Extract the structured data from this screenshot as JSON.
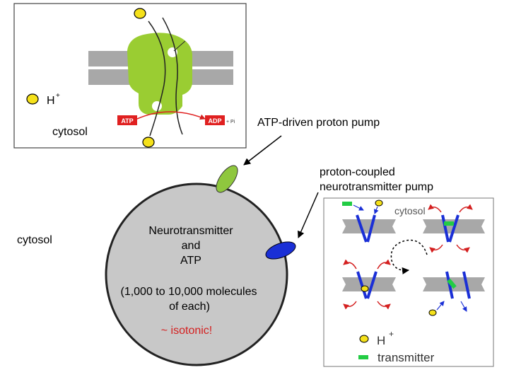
{
  "top_panel": {
    "legend_h_symbol": "H",
    "legend_h_sup": "+",
    "cytosol_label": "cytosol",
    "atp_tag": "ATP",
    "adp_tag": "ADP",
    "adp_suffix": "+ Pi"
  },
  "pump_labels": {
    "atp_pump": "ATP-driven proton pump",
    "coupled_pump_line1": "proton-coupled",
    "coupled_pump_line2": "neurotransmitter pump"
  },
  "vesicle": {
    "outside_cytosol": "cytosol",
    "contents_line1": "Neurotransmitter",
    "contents_line2": "and",
    "contents_line3": "ATP",
    "count_line1": "(1,000 to 10,000 molecules",
    "count_line2": "of each)",
    "isotonic_note": "~ isotonic!"
  },
  "right_panel": {
    "cytosol_label": "cytosol",
    "legend_h_symbol": "H",
    "legend_h_sup": "+",
    "legend_transmitter": "transmitter"
  },
  "colors": {
    "proton_yellow": "#f5e11a",
    "pump_green": "#8fc73e",
    "atp_pump_green": "#9acd32",
    "transporter_blue": "#1a2fd6",
    "membrane_gray": "#a8a8a8",
    "vesicle_gray": "#c8c8c8",
    "isotonic_red": "#d42020",
    "tag_red": "#e02020",
    "transmitter_green": "#22cc44"
  }
}
